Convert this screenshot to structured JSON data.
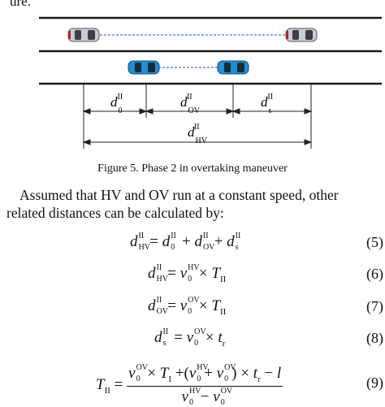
{
  "page": {
    "cut_top_text": "ure.",
    "caption": "Figure 5. Phase 2 in overtaking maneuver",
    "paragraph_line1": "Assumed that HV and OV run at a constant speed, other",
    "paragraph_line2": "related distances can be calculated by:"
  },
  "diagram": {
    "label_d": "d",
    "sup_II": "II",
    "sub_0": "0",
    "sub_OV": "OV",
    "sub_s": "s",
    "sub_HV": "HV"
  },
  "equations": {
    "op_eq": "=",
    "op_plus": "+",
    "op_times": "×",
    "op_minus": "−",
    "sym_d": "d",
    "sym_v": "v",
    "sym_T": "T",
    "sym_t": "t",
    "sym_l": "l",
    "sup_II": "II",
    "sup_HV": "HV",
    "sup_OV": "OV",
    "sub_0": "0",
    "sub_HV": "HV",
    "sub_OV": "OV",
    "sub_s": "s",
    "sub_I": "I",
    "sub_II": "II",
    "sub_r": "r",
    "paren_open": "(",
    "paren_close": ")",
    "num5": "(5)",
    "num6": "(6)",
    "num7": "(7)",
    "num8": "(8)",
    "num9": "(9)"
  },
  "colors": {
    "road_line": "#1a1a1a",
    "grey_car": "#c9cdd3",
    "blue_car": "#1f8fd6",
    "dashed": "#4a78c2",
    "dim_line": "#222222"
  }
}
